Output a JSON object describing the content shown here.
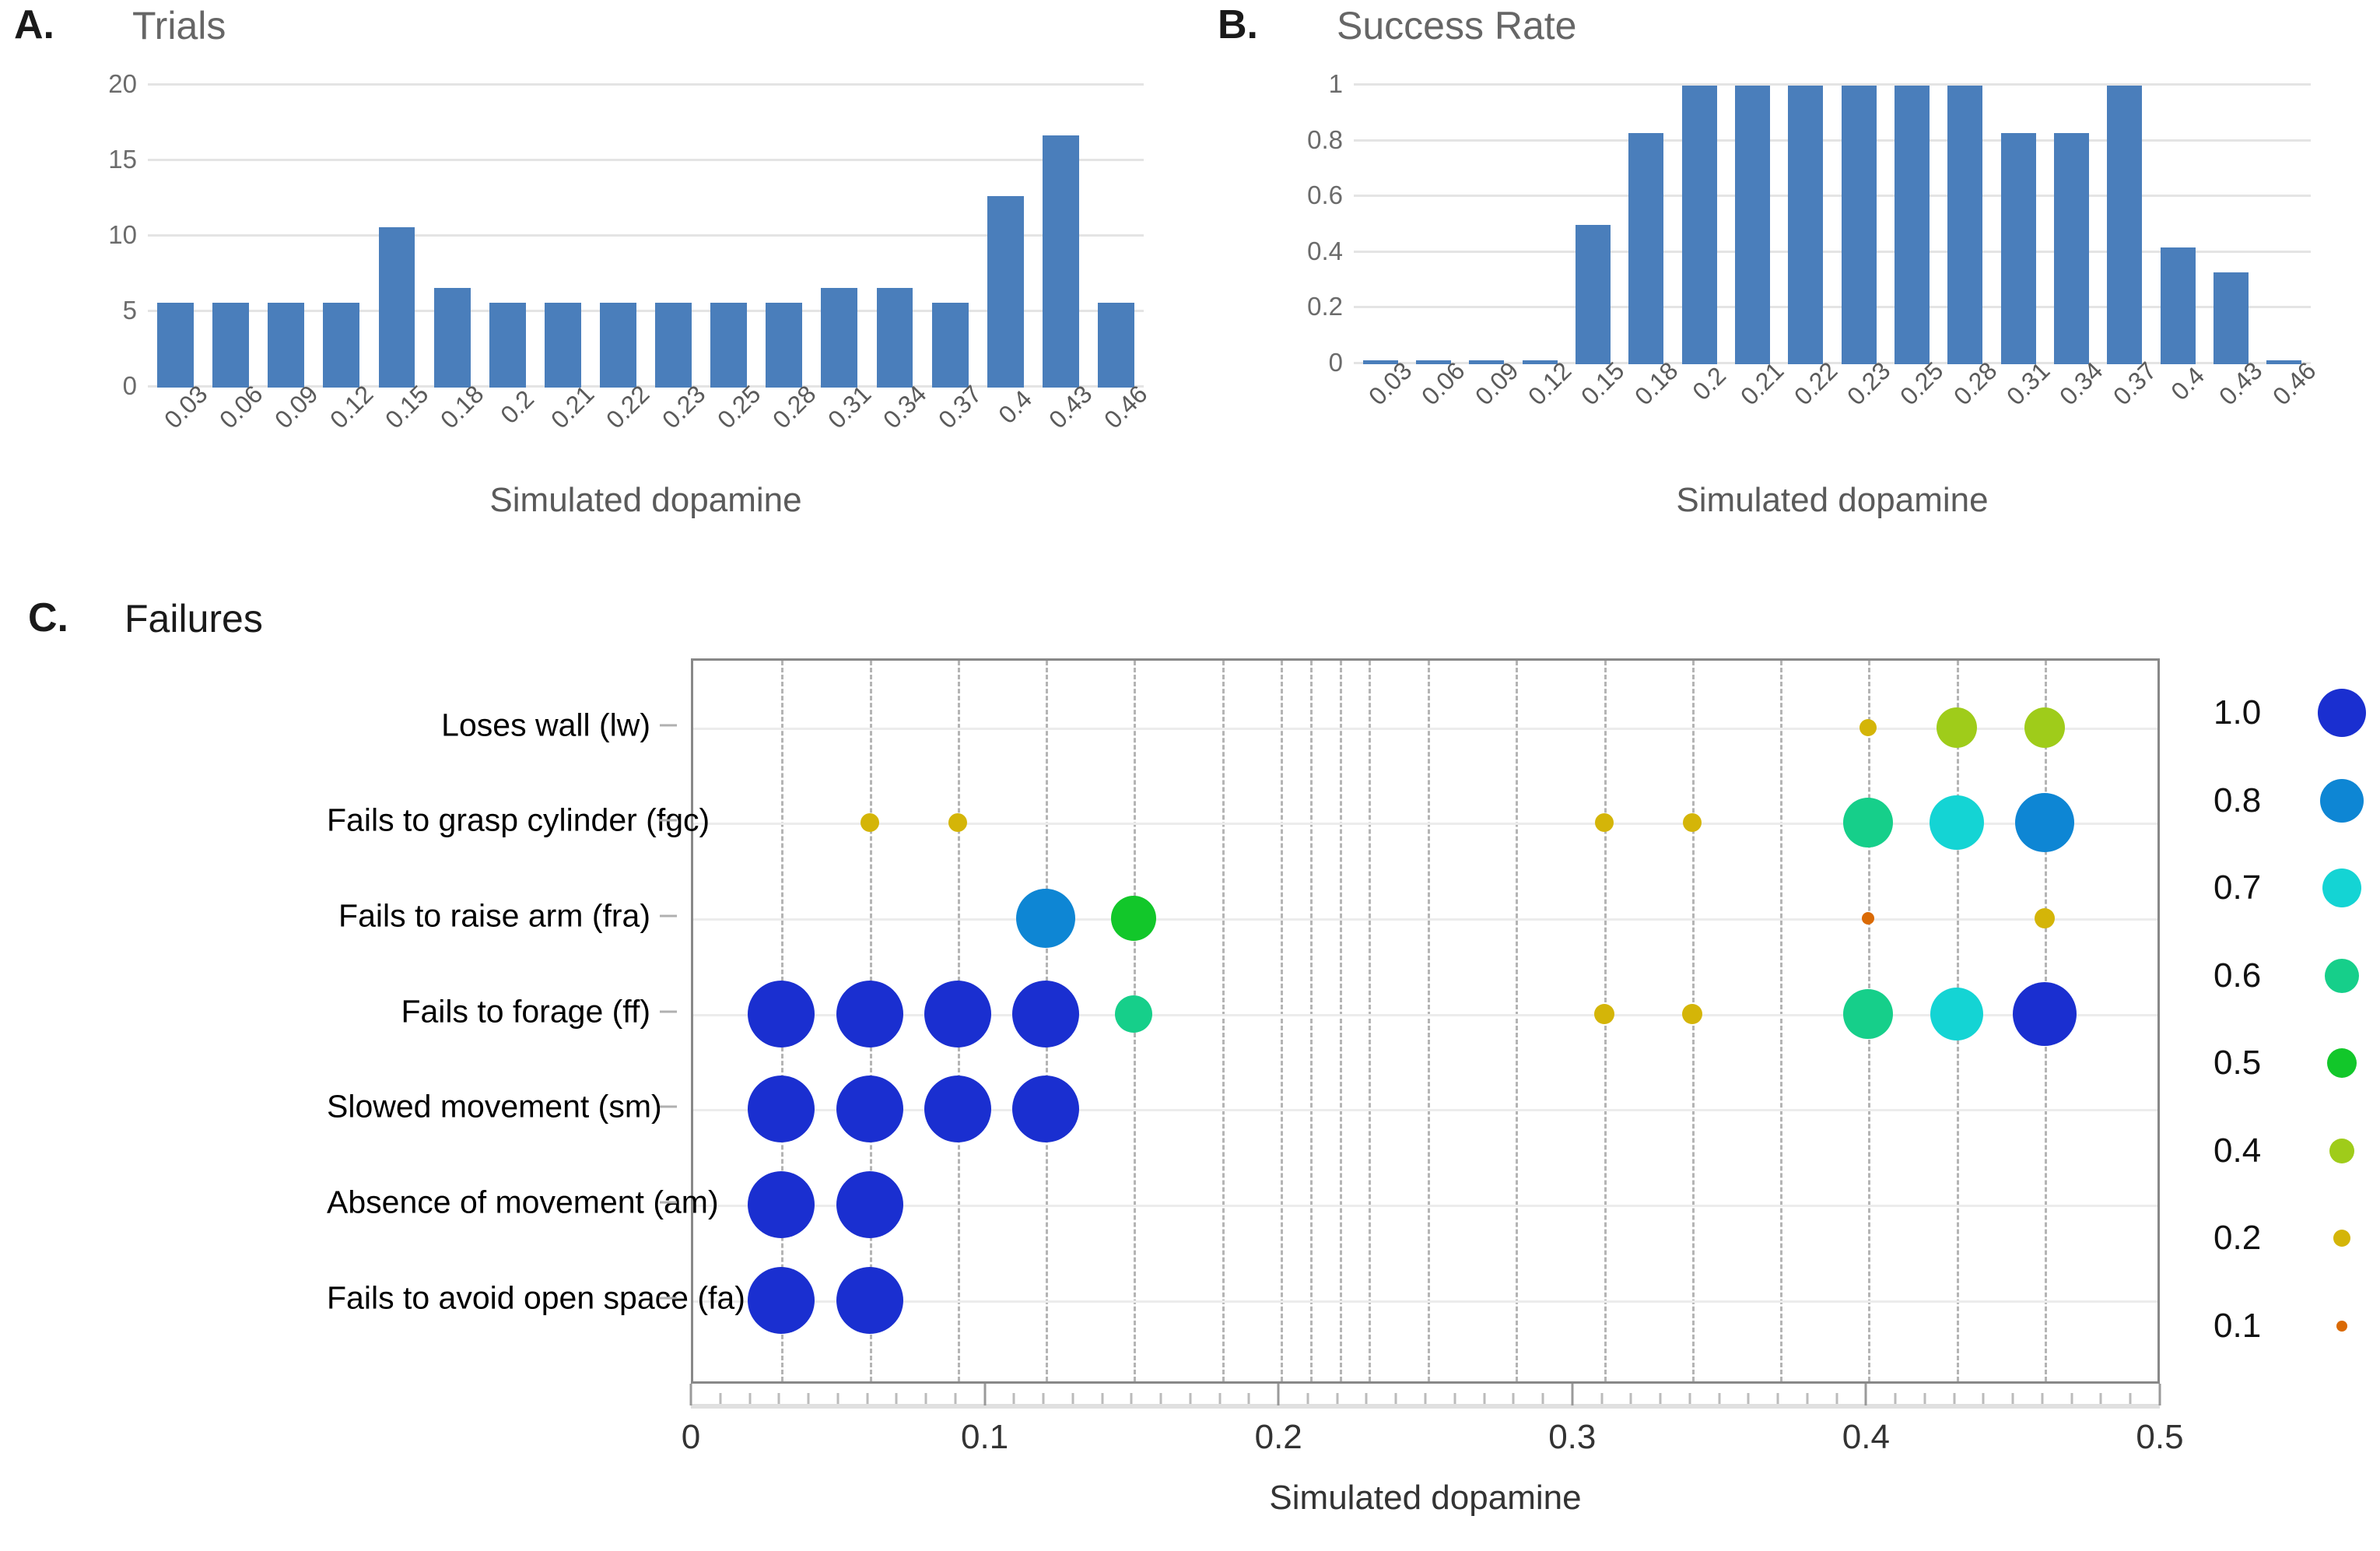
{
  "figure": {
    "panels": [
      {
        "letter": "A.",
        "title": "Trials"
      },
      {
        "letter": "B.",
        "title": "Success Rate"
      },
      {
        "letter": "C.",
        "title": "Failures"
      }
    ],
    "shared_xaxis_title": "Simulated dopamine"
  },
  "colors": {
    "bar": "#4a7ebb",
    "gridline": "#e4e4e4",
    "axis_text": "#5a5a5a",
    "panel_title": "#666666",
    "frame": "#888888",
    "vgrid": "#b4b4b4"
  },
  "chart_data": [
    {
      "type": "bar",
      "panel": "A",
      "title": "Trials",
      "xlabel": "Simulated dopamine",
      "ylabel": "",
      "ylim": [
        0,
        20
      ],
      "yticks": [
        "0",
        "5",
        "10",
        "15",
        "20"
      ],
      "ytick_values": [
        0,
        5,
        10,
        15,
        20
      ],
      "grid": true,
      "categories": [
        "0.03",
        "0.06",
        "0.09",
        "0.12",
        "0.15",
        "0.18",
        "0.2",
        "0.21",
        "0.22",
        "0.23",
        "0.25",
        "0.28",
        "0.31",
        "0.34",
        "0.37",
        "0.4",
        "0.43",
        "0.46"
      ],
      "values": [
        5.6,
        5.6,
        5.6,
        5.6,
        10.6,
        6.6,
        5.6,
        5.6,
        5.6,
        5.6,
        5.6,
        5.6,
        6.6,
        6.6,
        5.6,
        12.7,
        16.7,
        5.6
      ]
    },
    {
      "type": "bar",
      "panel": "B",
      "title": "Success Rate",
      "xlabel": "Simulated dopamine",
      "ylabel": "",
      "ylim": [
        0,
        1
      ],
      "yticks": [
        "0",
        "0.2",
        "0.4",
        "0.6",
        "0.8",
        "1"
      ],
      "ytick_values": [
        0,
        0.2,
        0.4,
        0.6,
        0.8,
        1
      ],
      "grid": true,
      "categories": [
        "0.03",
        "0.06",
        "0.09",
        "0.12",
        "0.15",
        "0.18",
        "0.2",
        "0.21",
        "0.22",
        "0.23",
        "0.25",
        "0.28",
        "0.31",
        "0.34",
        "0.37",
        "0.4",
        "0.43",
        "0.46"
      ],
      "values": [
        0,
        0,
        0,
        0,
        0.5,
        0.83,
        1,
        1,
        1,
        1,
        1,
        1,
        0.83,
        0.83,
        1,
        0.42,
        0.33,
        0
      ]
    },
    {
      "type": "scatter",
      "panel": "C",
      "title": "Failures",
      "xlabel": "Simulated dopamine",
      "ylabel": "",
      "xlim": [
        0,
        0.5
      ],
      "xticks": [
        "0",
        "0.1",
        "0.2",
        "0.3",
        "0.4",
        "0.5"
      ],
      "xtick_values": [
        0,
        0.1,
        0.2,
        0.3,
        0.4,
        0.5
      ],
      "grid": true,
      "y_categories": [
        "Loses wall (lw)",
        "Fails to grasp cylinder (fgc)",
        "Fails to raise arm (fra)",
        "Fails to forage (ff)",
        "Slowed movement (sm)",
        "Absence of movement (am)",
        "Fails to avoid open space (fa)"
      ],
      "vgrid_x": [
        0.03,
        0.06,
        0.09,
        0.12,
        0.15,
        0.18,
        0.2,
        0.21,
        0.22,
        0.23,
        0.25,
        0.28,
        0.31,
        0.34,
        0.37,
        0.4,
        0.43,
        0.46
      ],
      "legend": {
        "title": "",
        "position": "right",
        "entries": [
          {
            "label": "1.0",
            "value": 1.0,
            "color": "#1a2fd0",
            "size": 62
          },
          {
            "label": "0.8",
            "value": 0.8,
            "color": "#0e86d4",
            "size": 56
          },
          {
            "label": "0.7",
            "value": 0.7,
            "color": "#14d4d4",
            "size": 50
          },
          {
            "label": "0.6",
            "value": 0.6,
            "color": "#16cf8a",
            "size": 44
          },
          {
            "label": "0.5",
            "value": 0.5,
            "color": "#12c72a",
            "size": 38
          },
          {
            "label": "0.4",
            "value": 0.4,
            "color": "#9fcc1a",
            "size": 32
          },
          {
            "label": "0.2",
            "value": 0.2,
            "color": "#d4b508",
            "size": 22
          },
          {
            "label": "0.1",
            "value": 0.1,
            "color": "#da6a05",
            "size": 14
          }
        ]
      },
      "points": [
        {
          "row": "Loses wall (lw)",
          "x": 0.4,
          "value": 0.2,
          "color": "#d4b508",
          "size": 22
        },
        {
          "row": "Loses wall (lw)",
          "x": 0.43,
          "value": 0.4,
          "color": "#9fcc1a",
          "size": 52
        },
        {
          "row": "Loses wall (lw)",
          "x": 0.46,
          "value": 0.4,
          "color": "#9fcc1a",
          "size": 52
        },
        {
          "row": "Fails to grasp cylinder (fgc)",
          "x": 0.06,
          "value": 0.2,
          "color": "#d4b508",
          "size": 24
        },
        {
          "row": "Fails to grasp cylinder (fgc)",
          "x": 0.09,
          "value": 0.2,
          "color": "#d4b508",
          "size": 24
        },
        {
          "row": "Fails to grasp cylinder (fgc)",
          "x": 0.31,
          "value": 0.2,
          "color": "#d4b508",
          "size": 24
        },
        {
          "row": "Fails to grasp cylinder (fgc)",
          "x": 0.34,
          "value": 0.2,
          "color": "#d4b508",
          "size": 24
        },
        {
          "row": "Fails to grasp cylinder (fgc)",
          "x": 0.4,
          "value": 0.6,
          "color": "#16cf8a",
          "size": 64
        },
        {
          "row": "Fails to grasp cylinder (fgc)",
          "x": 0.43,
          "value": 0.7,
          "color": "#14d4d4",
          "size": 70
        },
        {
          "row": "Fails to grasp cylinder (fgc)",
          "x": 0.46,
          "value": 0.8,
          "color": "#0e86d4",
          "size": 76
        },
        {
          "row": "Fails to raise arm (fra)",
          "x": 0.12,
          "value": 0.8,
          "color": "#0e86d4",
          "size": 76
        },
        {
          "row": "Fails to raise arm (fra)",
          "x": 0.15,
          "value": 0.5,
          "color": "#12c72a",
          "size": 58
        },
        {
          "row": "Fails to raise arm (fra)",
          "x": 0.4,
          "value": 0.1,
          "color": "#da6a05",
          "size": 16
        },
        {
          "row": "Fails to raise arm (fra)",
          "x": 0.46,
          "value": 0.2,
          "color": "#d4b508",
          "size": 26
        },
        {
          "row": "Fails to forage (ff)",
          "x": 0.03,
          "value": 1.0,
          "color": "#1a2fd0",
          "size": 86
        },
        {
          "row": "Fails to forage (ff)",
          "x": 0.06,
          "value": 1.0,
          "color": "#1a2fd0",
          "size": 86
        },
        {
          "row": "Fails to forage (ff)",
          "x": 0.09,
          "value": 1.0,
          "color": "#1a2fd0",
          "size": 86
        },
        {
          "row": "Fails to forage (ff)",
          "x": 0.12,
          "value": 1.0,
          "color": "#1a2fd0",
          "size": 86
        },
        {
          "row": "Fails to forage (ff)",
          "x": 0.15,
          "value": 0.6,
          "color": "#16cf8a",
          "size": 48
        },
        {
          "row": "Fails to forage (ff)",
          "x": 0.31,
          "value": 0.2,
          "color": "#d4b508",
          "size": 26
        },
        {
          "row": "Fails to forage (ff)",
          "x": 0.34,
          "value": 0.2,
          "color": "#d4b508",
          "size": 26
        },
        {
          "row": "Fails to forage (ff)",
          "x": 0.4,
          "value": 0.6,
          "color": "#16cf8a",
          "size": 64
        },
        {
          "row": "Fails to forage (ff)",
          "x": 0.43,
          "value": 0.7,
          "color": "#14d4d4",
          "size": 68
        },
        {
          "row": "Fails to forage (ff)",
          "x": 0.46,
          "value": 1.0,
          "color": "#1a2fd0",
          "size": 82
        },
        {
          "row": "Slowed movement (sm)",
          "x": 0.03,
          "value": 1.0,
          "color": "#1a2fd0",
          "size": 86
        },
        {
          "row": "Slowed movement (sm)",
          "x": 0.06,
          "value": 1.0,
          "color": "#1a2fd0",
          "size": 86
        },
        {
          "row": "Slowed movement (sm)",
          "x": 0.09,
          "value": 1.0,
          "color": "#1a2fd0",
          "size": 86
        },
        {
          "row": "Slowed movement (sm)",
          "x": 0.12,
          "value": 1.0,
          "color": "#1a2fd0",
          "size": 86
        },
        {
          "row": "Absence of movement (am)",
          "x": 0.03,
          "value": 1.0,
          "color": "#1a2fd0",
          "size": 86
        },
        {
          "row": "Absence of movement (am)",
          "x": 0.06,
          "value": 1.0,
          "color": "#1a2fd0",
          "size": 86
        },
        {
          "row": "Fails to avoid open space (fa)",
          "x": 0.03,
          "value": 1.0,
          "color": "#1a2fd0",
          "size": 86
        },
        {
          "row": "Fails to avoid open space (fa)",
          "x": 0.06,
          "value": 1.0,
          "color": "#1a2fd0",
          "size": 86
        }
      ]
    }
  ]
}
